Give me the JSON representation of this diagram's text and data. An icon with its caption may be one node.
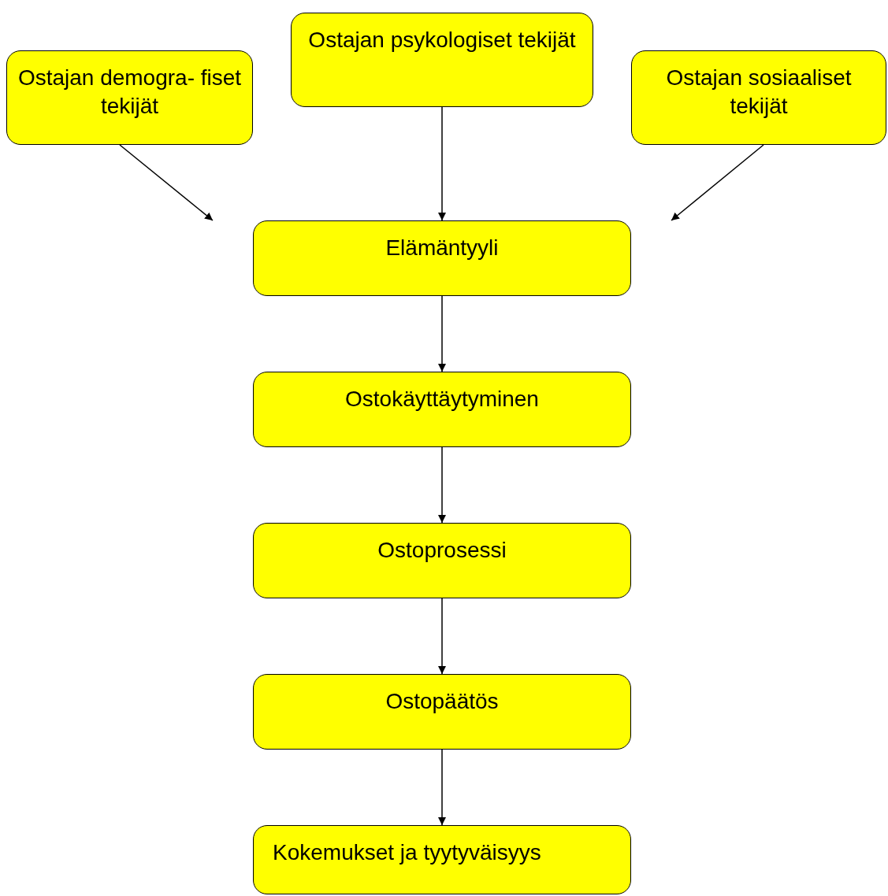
{
  "diagram": {
    "nodes": [
      {
        "text": [
          "Ostajan demogra- fiset tekijät"
        ]
      },
      {
        "text": [
          "Ostajan psykologiset tekijät"
        ]
      },
      {
        "text": [
          "Ostajan sosiaaliset tekijät"
        ]
      },
      {
        "text": [
          "Elämäntyyli"
        ]
      },
      {
        "text": [
          "Ostokäyttäytyminen"
        ]
      },
      {
        "text": [
          "Ostoprosessi"
        ]
      },
      {
        "text": [
          "Ostopäätös"
        ]
      },
      {
        "text": [
          "Kokemukset ja tyytyväisyys"
        ]
      }
    ],
    "edges": [
      {
        "from": 0,
        "to": 3,
        "arrow": "to"
      },
      {
        "from": 1,
        "to": 3,
        "arrow": "to"
      },
      {
        "from": 2,
        "to": 3,
        "arrow": "to"
      },
      {
        "from": 3,
        "to": 4,
        "arrow": "to"
      },
      {
        "from": 4,
        "to": 5,
        "arrow": "to"
      },
      {
        "from": 5,
        "to": 6,
        "arrow": "to"
      },
      {
        "from": 6,
        "to": 7,
        "arrow": "to"
      }
    ]
  }
}
